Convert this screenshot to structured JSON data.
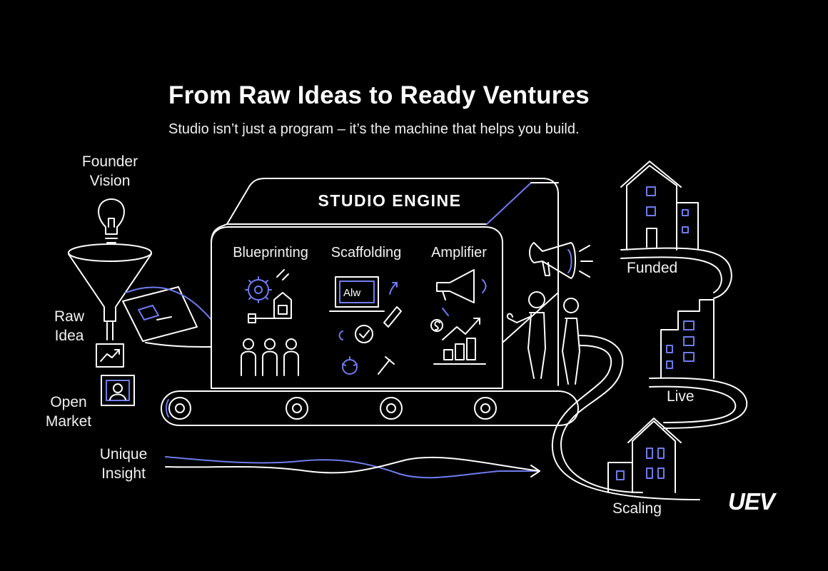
{
  "header": {
    "title": "From Raw Ideas to Ready Ventures",
    "subtitle": "Studio isn’t just a program – it’s the machine that helps you build."
  },
  "inputs": {
    "founder_vision": [
      "Founder",
      "Vision"
    ],
    "raw_idea": [
      "Raw",
      "Idea"
    ],
    "open_market": [
      "Open",
      "Market"
    ],
    "unique_insight": [
      "Unique",
      "Insight"
    ]
  },
  "engine": {
    "title": "STUDIO ENGINE",
    "columns": [
      "Blueprinting",
      "Scaffolding",
      "Amplifier"
    ],
    "screen_text": "Alw"
  },
  "outputs": {
    "funded": "Funded",
    "live": "Live",
    "scaling": "Scaling"
  },
  "brand": {
    "logo": "UEV"
  },
  "colors": {
    "background": "#000000",
    "line": "#ffffff",
    "accent": "#6f7cf0"
  }
}
